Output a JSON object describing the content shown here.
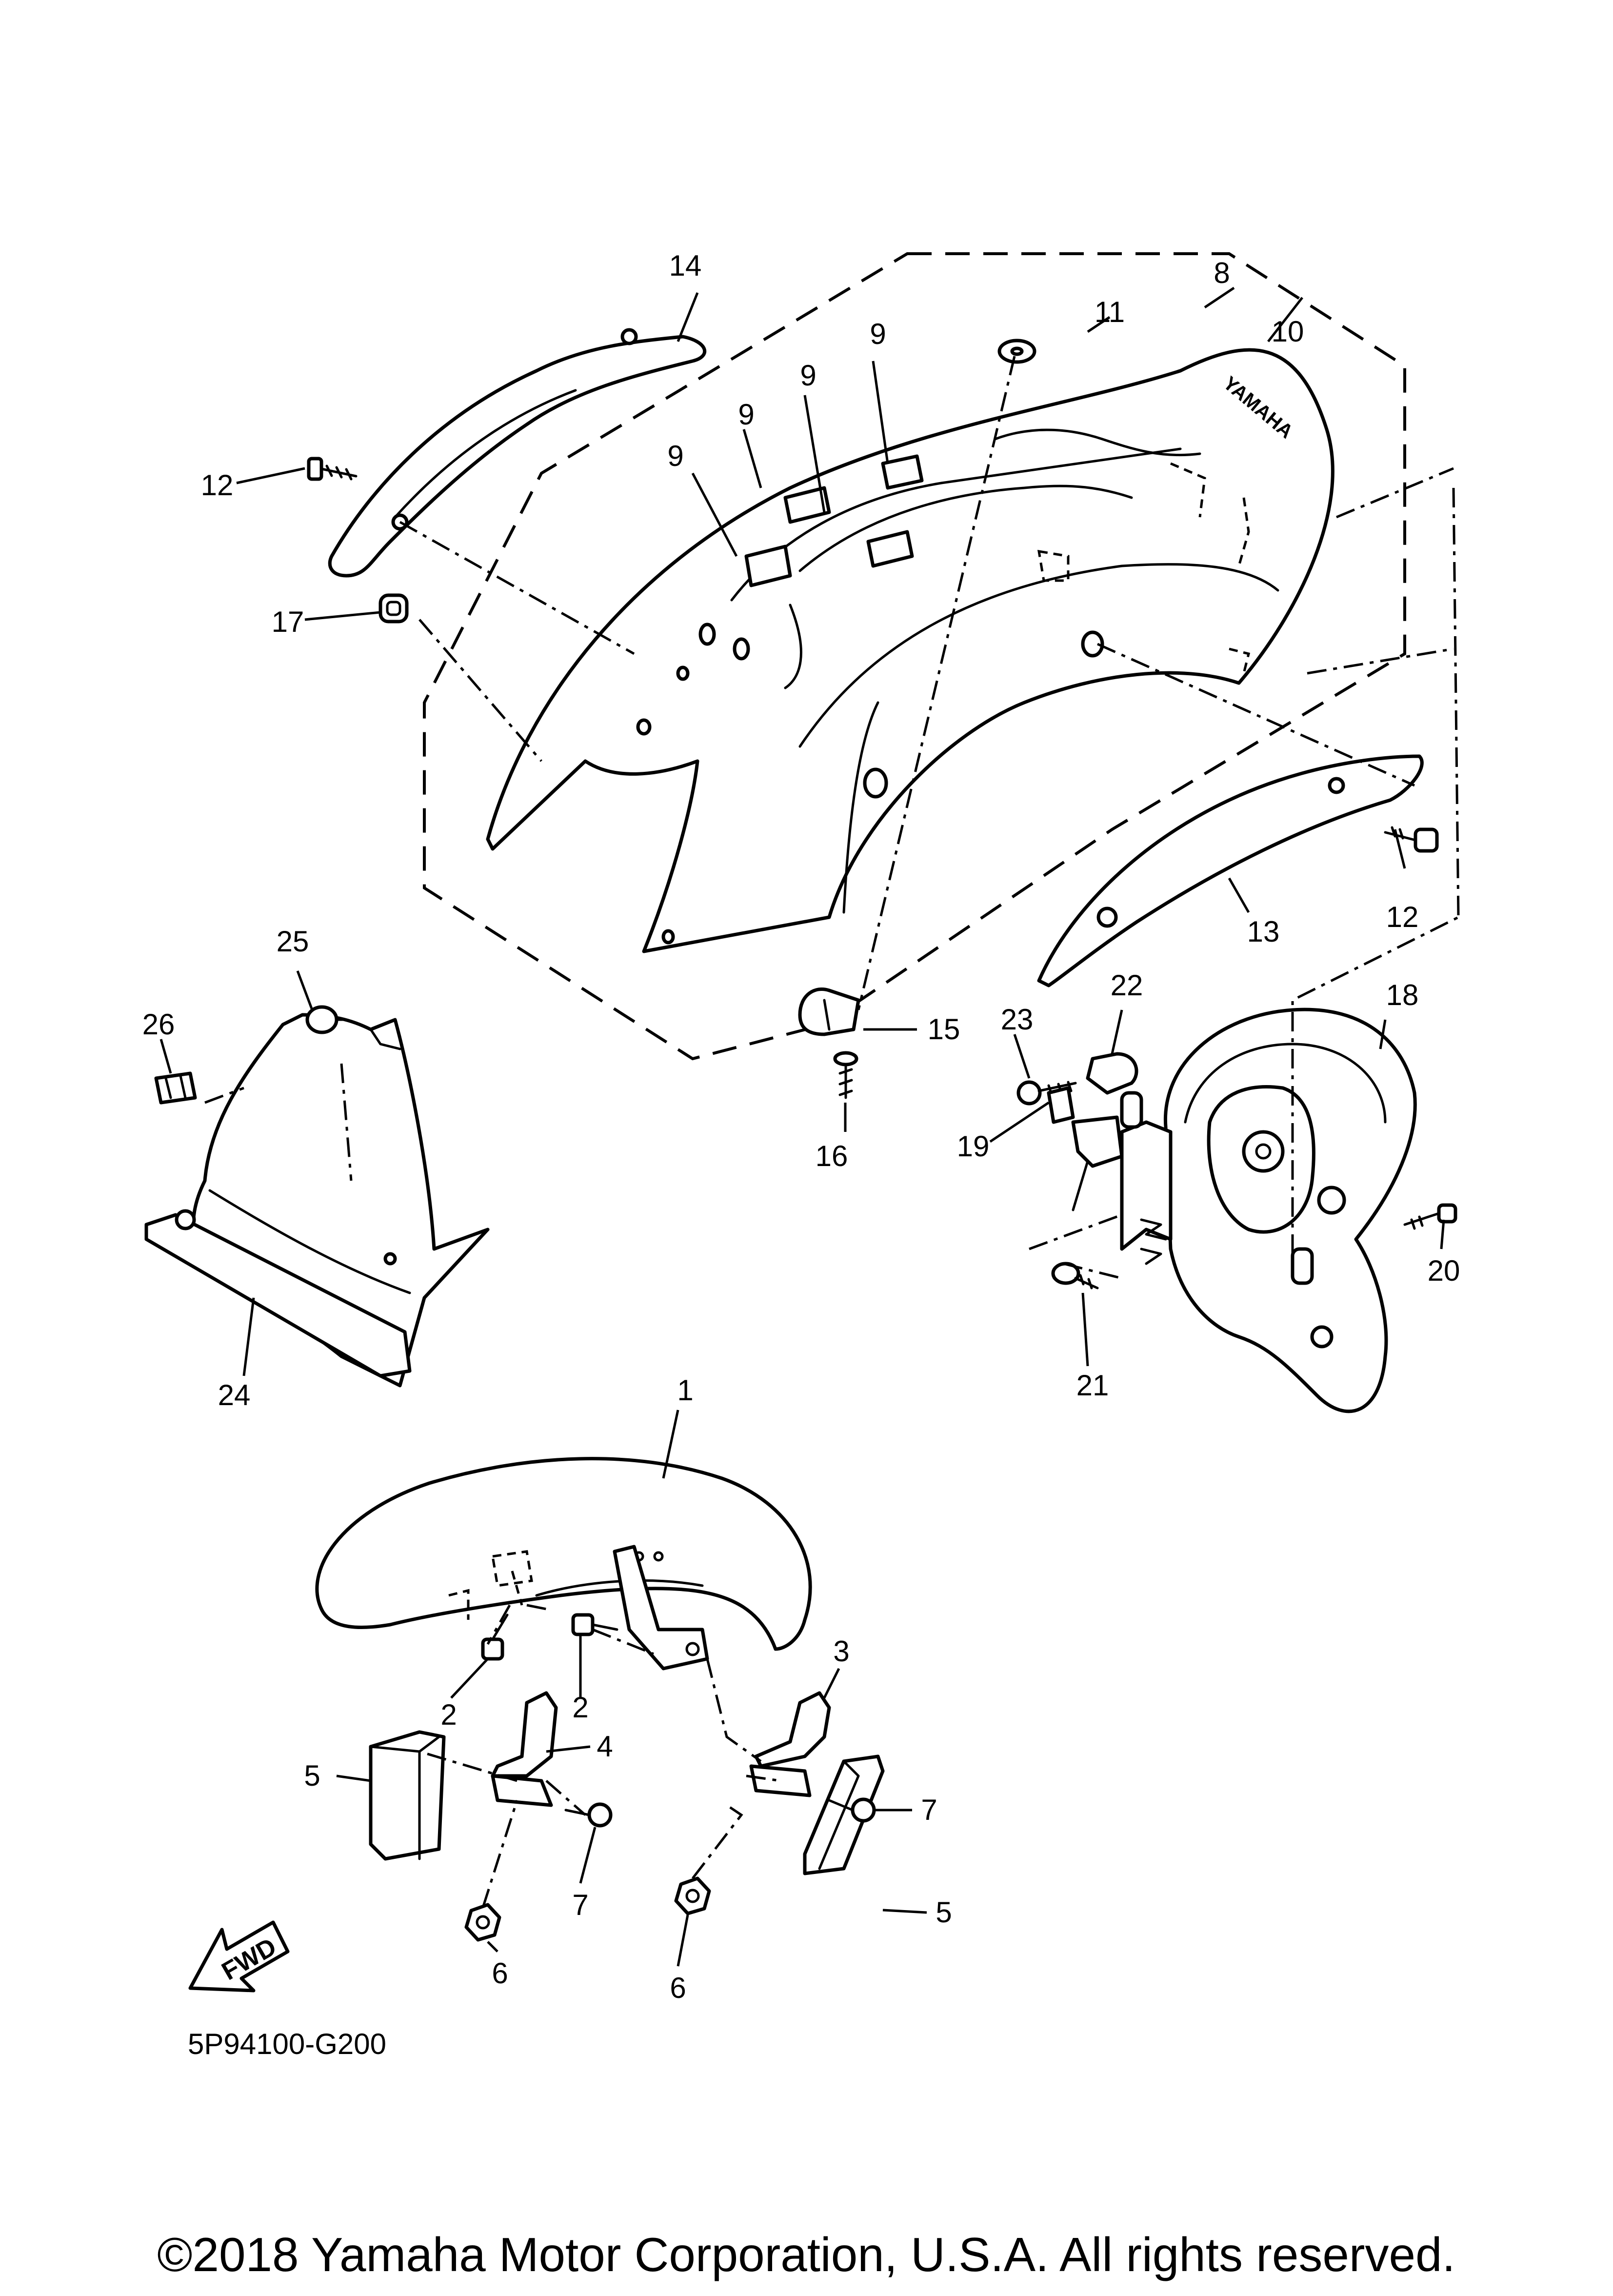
{
  "callouts": {
    "c1": "1",
    "c2a": "2",
    "c2b": "2",
    "c3": "3",
    "c4": "4",
    "c5a": "5",
    "c5b": "5",
    "c6a": "6",
    "c6b": "6",
    "c7a": "7",
    "c7b": "7",
    "c8": "8",
    "c9a": "9",
    "c9b": "9",
    "c9c": "9",
    "c9d": "9",
    "c10": "10",
    "c11": "11",
    "c12a": "12",
    "c12b": "12",
    "c13": "13",
    "c14": "14",
    "c15": "15",
    "c16": "16",
    "c17": "17",
    "c18": "18",
    "c19": "19",
    "c20": "20",
    "c21": "21",
    "c22": "22",
    "c23": "23",
    "c24": "24",
    "c25": "25",
    "c26": "26"
  },
  "fender_logo": "YAMAHA",
  "direction_marker": "FWD",
  "diagram_code": "5P94100-G200",
  "copyright": "©2018 Yamaha Motor Corporation, U.S.A. All rights reserved.",
  "icons": [
    "fwd-arrow-icon"
  ]
}
